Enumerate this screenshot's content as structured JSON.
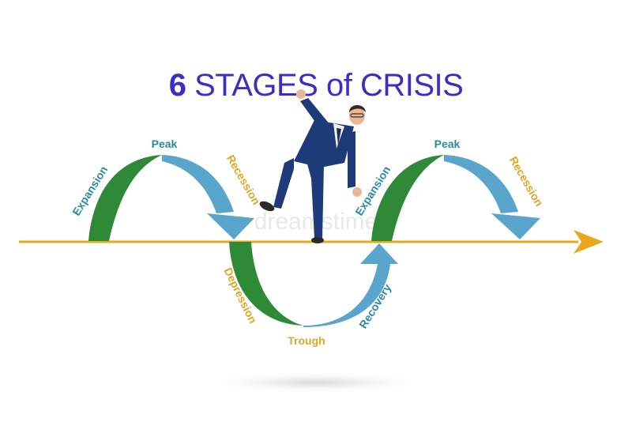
{
  "title": {
    "number": "6",
    "text": "STAGES of CRISIS"
  },
  "watermark": "dreamstime",
  "labels": {
    "expansion_1": "Expansion",
    "peak_1": "Peak",
    "recession_1": "Recession",
    "depression": "Depression",
    "trough": "Trough",
    "recovery": "Recovery",
    "expansion_2": "Expansion",
    "peak_2": "Peak",
    "recession_2": "Recession"
  },
  "colors": {
    "title": "#3a2fc4",
    "axis": "#e8a81a",
    "green": "#2e8a36",
    "blue": "#5aa5cc",
    "teal_text": "#2a8aa6",
    "gold_text": "#e0a524",
    "suit": "#1f3a78"
  }
}
